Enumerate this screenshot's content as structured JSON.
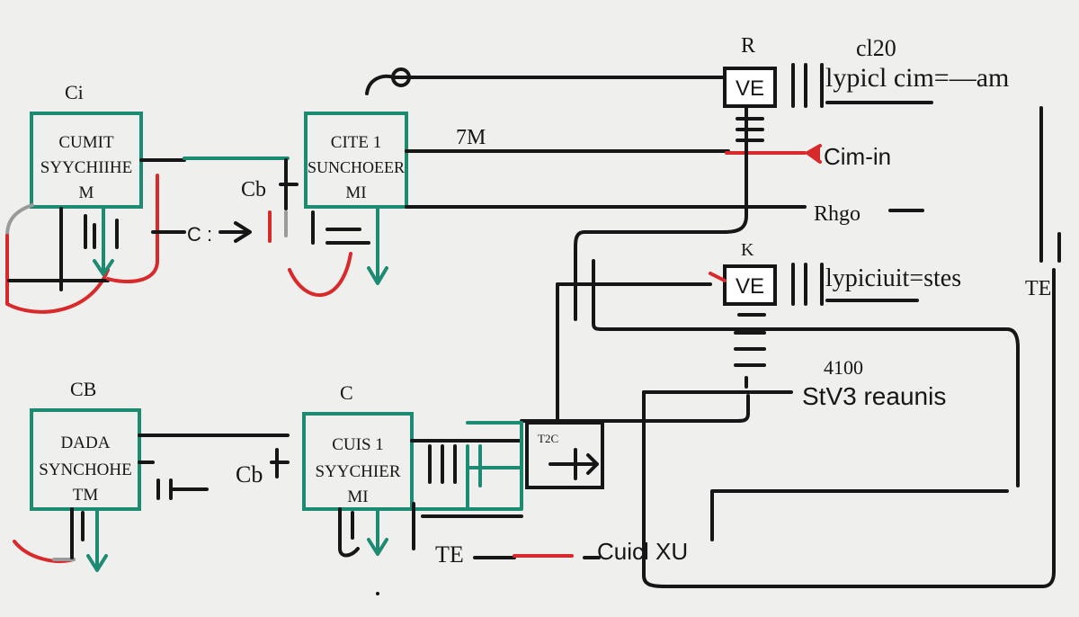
{
  "blocks": [
    {
      "title": "CUMIT",
      "subtitle": "SYYCHIIHE",
      "pins": "M",
      "tag": "Ci"
    },
    {
      "title": "CITE 1",
      "subtitle": "SUNCHOEER",
      "pins": "MI",
      "tag": "Cb"
    },
    {
      "title": "DADA",
      "subtitle": "SYNCHOHE",
      "pins": "TM",
      "tag": "CB"
    },
    {
      "title": "CUIS 1",
      "subtitle": "SYYCHIER",
      "pins": "MI",
      "tag": "C"
    }
  ],
  "labels": {
    "r_top": "R",
    "c20": "cl20",
    "box_ve_1": "VE",
    "typical": "lypicl cim=—am",
    "m7": "7M",
    "cim_in": "Cim-in",
    "rhgo": "Rhgo",
    "k": "K",
    "box_ve_2": "VE",
    "lypiciuit": "lypiciuit=stes",
    "te_right": "TE",
    "n4100": "4100",
    "stv_reading": "StV3 reaunis",
    "small_box": "T2C",
    "te_bottom": "TE",
    "cuicl": "Cuicl XU",
    "ce_left": "C :",
    "cb_mid": "Cb"
  },
  "colors": {
    "wire": "#161616",
    "accent_red": "#d8292b",
    "accent_teal": "#1d8a72",
    "background": "#efefed"
  }
}
